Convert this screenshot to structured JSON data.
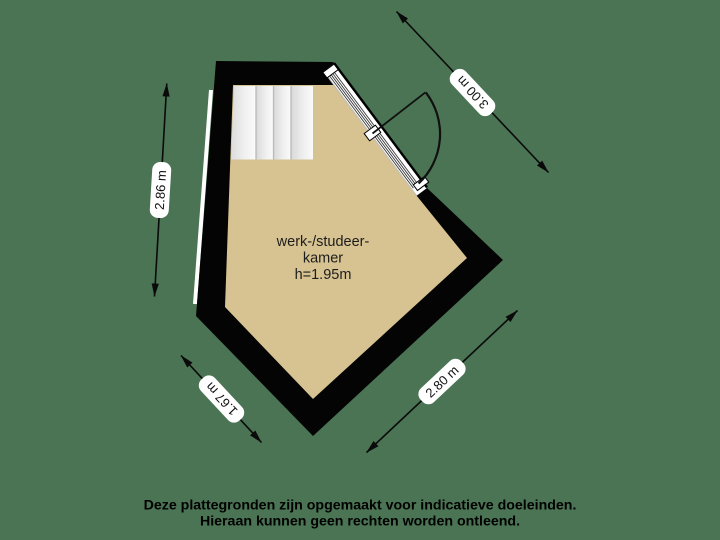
{
  "floorplan": {
    "room_label": {
      "line1": "werk-/studeer-",
      "line2": "kamer",
      "line3": "h=1.95m"
    },
    "dimensions": {
      "left": "2.86 m",
      "top_right": "3.00 m",
      "bottom_left": "1.67 m",
      "bottom_right": "2.80 m"
    }
  },
  "footer": {
    "line1": "Deze plattegronden zijn opgemaakt voor indicatieve doeleinden.",
    "line2": "Hieraan kunnen geen rechten worden ontleend."
  },
  "colors": {
    "background": "#4a7453",
    "floor": "#d7c391",
    "wall": "#040404",
    "stair_light": "#fbfbfb",
    "stair_dark": "#d9d9d9",
    "glazing_line": "#3a3a3a",
    "label_bg": "#ffffff",
    "text": "#1d1d1d",
    "footer_text": "#000000"
  }
}
